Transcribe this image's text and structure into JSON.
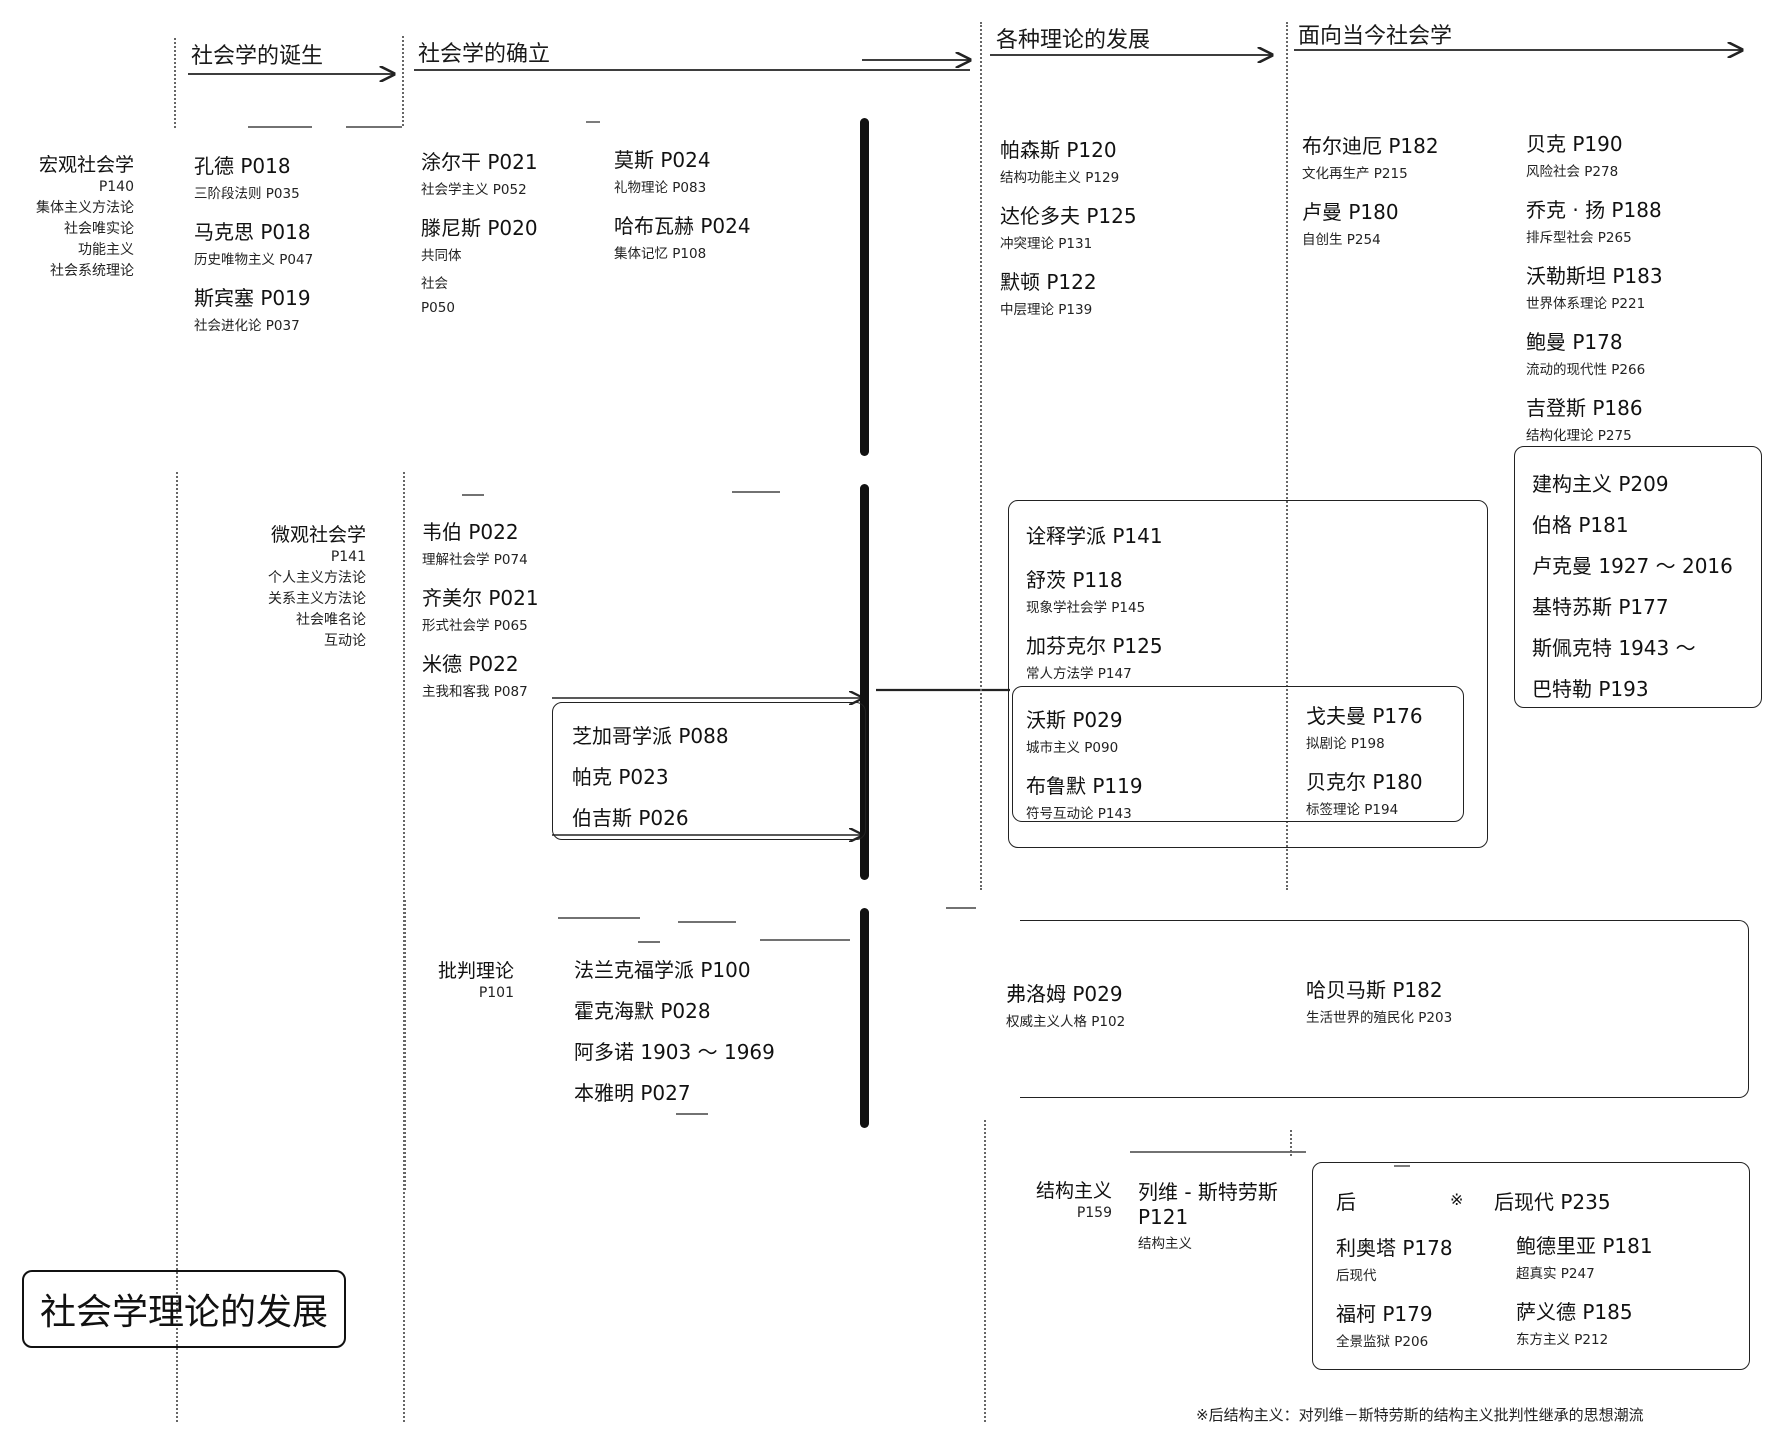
{
  "title": "社会学理论的发展",
  "eras": {
    "birth": "社会学的诞生",
    "establish": "社会学的确立",
    "development": "各种理论的发展",
    "today": "面向当今社会学"
  },
  "macro": {
    "label": "宏观社会学",
    "page": "P140",
    "features": [
      "集体主义方法论",
      "社会唯实论",
      "功能主义",
      "社会系统理论"
    ]
  },
  "micro": {
    "label": "微观社会学",
    "page": "P141",
    "features": [
      "个人主义方法论",
      "关系主义方法论",
      "社会唯名论",
      "互动论"
    ]
  },
  "critical": {
    "label": "批判理论",
    "page": "P101"
  },
  "structuralism": {
    "label": "结构主义",
    "page": "P159"
  },
  "entries": {
    "comte": {
      "name": "孔德 P018",
      "sub": "三阶段法则 P035"
    },
    "marx": {
      "name": "马克思 P018",
      "sub": "历史唯物主义 P047"
    },
    "spencer": {
      "name": "斯宾塞 P019",
      "sub": "社会进化论 P037"
    },
    "durkheim": {
      "name": "涂尔干 P021",
      "sub": "社会学主义 P052"
    },
    "tonnies": {
      "name": "滕尼斯 P020",
      "sub": "共同体",
      "sub2": "社会",
      "sub3": "P050"
    },
    "mauss": {
      "name": "莫斯 P024",
      "sub": "礼物理论 P083"
    },
    "halbwachs": {
      "name": "哈布瓦赫 P024",
      "sub": "集体记忆 P108"
    },
    "parsons": {
      "name": "帕森斯 P120",
      "sub": "结构功能主义 P129"
    },
    "dahrendorf": {
      "name": "达伦多夫 P125",
      "sub": "冲突理论 P131"
    },
    "merton": {
      "name": "默顿 P122",
      "sub": "中层理论 P139"
    },
    "bourdieu": {
      "name": "布尔迪厄 P182",
      "sub": "文化再生产 P215"
    },
    "luhmann": {
      "name": "卢曼 P180",
      "sub": "自创生 P254"
    },
    "beck": {
      "name": "贝克 P190",
      "sub": "风险社会 P278"
    },
    "young": {
      "name": "乔克 · 扬 P188",
      "sub": "排斥型社会 P265"
    },
    "wallerstein": {
      "name": "沃勒斯坦 P183",
      "sub": "世界体系理论 P221"
    },
    "bauman": {
      "name": "鲍曼 P178",
      "sub": "流动的现代性 P266"
    },
    "giddens": {
      "name": "吉登斯 P186",
      "sub": "结构化理论 P275"
    },
    "weber": {
      "name": "韦伯 P022",
      "sub": "理解社会学 P074"
    },
    "simmel": {
      "name": "齐美尔 P021",
      "sub": "形式社会学 P065"
    },
    "mead": {
      "name": "米德 P022",
      "sub": "主我和客我 P087"
    },
    "schutz": {
      "name": "舒茨 P118",
      "sub": "现象学社会学 P145"
    },
    "garfinkel": {
      "name": "加芬克尔 P125",
      "sub": "常人方法学 P147"
    },
    "wirth": {
      "name": "沃斯 P029",
      "sub": "城市主义 P090"
    },
    "blumer": {
      "name": "布鲁默 P119",
      "sub": "符号互动论 P143"
    },
    "goffman": {
      "name": "戈夫曼 P176",
      "sub": "拟剧论 P198"
    },
    "becker": {
      "name": "贝克尔 P180",
      "sub": "标签理论 P194"
    },
    "fromm": {
      "name": "弗洛姆 P029",
      "sub": "权威主义人格 P102"
    },
    "habermas": {
      "name": "哈贝马斯 P182",
      "sub": "生活世界的殖民化 P203"
    },
    "levistrauss": {
      "name": "列维 - 斯特劳斯",
      "name2": "P121",
      "sub": "结构主义"
    },
    "lyotard": {
      "name": "利奥塔 P178",
      "sub": "后现代"
    },
    "baudrillard": {
      "name": "鲍德里亚 P181",
      "sub": "超真实 P247"
    },
    "foucault": {
      "name": "福柯 P179",
      "sub": "全景监狱 P206"
    },
    "said": {
      "name": "萨义德 P185",
      "sub": "东方主义 P212"
    }
  },
  "groups": {
    "constructionism": {
      "label": "建构主义 P209",
      "items": [
        "伯格 P181",
        "卢克曼 1927 ～ 2016",
        "基特苏斯 P177",
        "斯佩克特 1943 ～",
        "巴特勒 P193"
      ]
    },
    "interpretive": {
      "label": "诠释学派 P141"
    },
    "chicago": {
      "label": "芝加哥学派 P088",
      "items": [
        "帕克 P023",
        "伯吉斯 P026"
      ]
    },
    "frankfurt": {
      "label": "法兰克福学派 P100",
      "items": [
        "霍克海默 P028",
        "阿多诺 1903 ～ 1969",
        "本雅明 P027"
      ]
    },
    "postmodern": {
      "label": "后现代 P235",
      "fragment": "后",
      "mark": "※"
    }
  },
  "footnote": "※后结构主义：对列维－斯特劳斯的结构主义批判性继承的思想潮流"
}
